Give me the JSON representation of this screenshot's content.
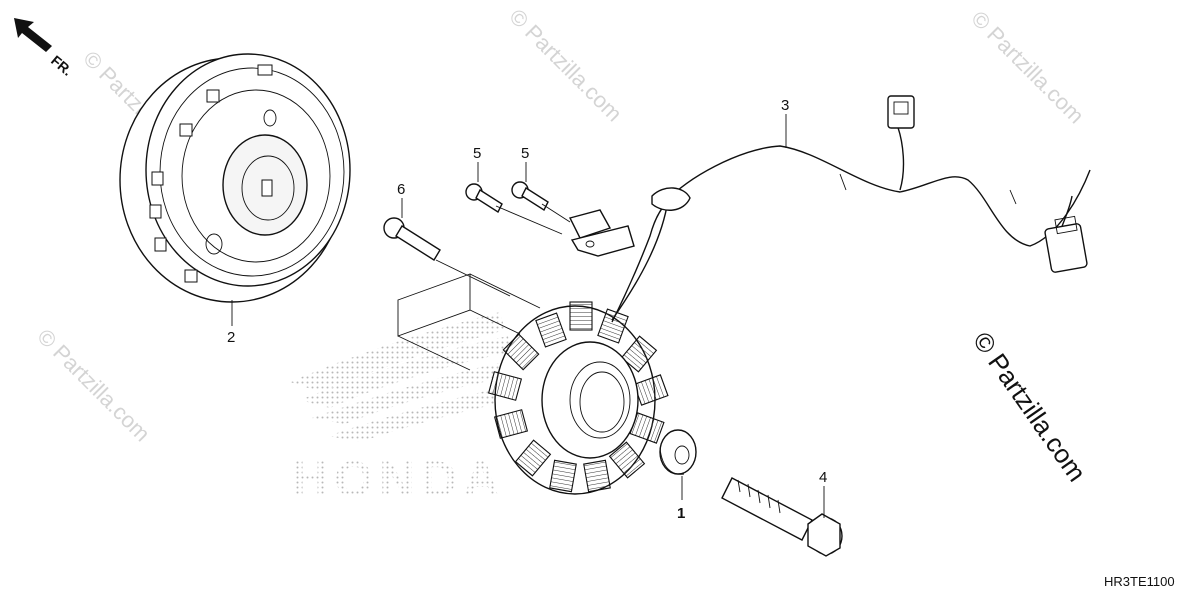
{
  "direction_label": "FR.",
  "callouts": {
    "p1": "1",
    "p2": "2",
    "p3": "3",
    "p4": "4",
    "p5a": "5",
    "p5b": "5",
    "p6": "6"
  },
  "diagram_code": "HR3TE1100",
  "copyright": "© Partzilla.com",
  "watermark_text": "© Partzilla.com",
  "brand_mark": "HONDA"
}
